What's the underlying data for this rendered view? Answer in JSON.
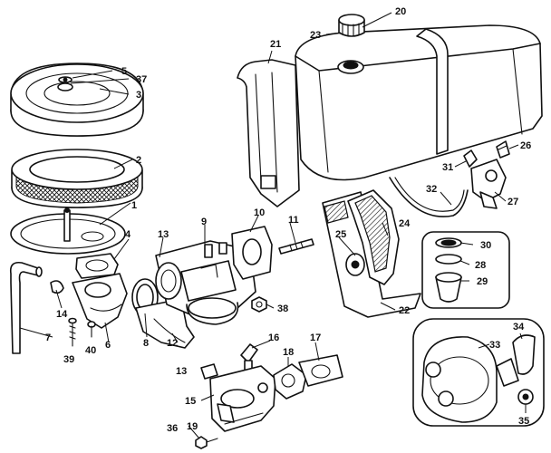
{
  "callouts": [
    {
      "id": "c1",
      "text": "1"
    },
    {
      "id": "c2",
      "text": "2"
    },
    {
      "id": "c3",
      "text": "3"
    },
    {
      "id": "c4",
      "text": "4"
    },
    {
      "id": "c5",
      "text": "5"
    },
    {
      "id": "c6",
      "text": "6"
    },
    {
      "id": "c7",
      "text": "7"
    },
    {
      "id": "c8",
      "text": "8"
    },
    {
      "id": "c9",
      "text": "9"
    },
    {
      "id": "c10",
      "text": "10"
    },
    {
      "id": "c11",
      "text": "11"
    },
    {
      "id": "c12",
      "text": "12"
    },
    {
      "id": "c13a",
      "text": "13"
    },
    {
      "id": "c13b",
      "text": "13"
    },
    {
      "id": "c14",
      "text": "14"
    },
    {
      "id": "c15",
      "text": "15"
    },
    {
      "id": "c16",
      "text": "16"
    },
    {
      "id": "c17",
      "text": "17"
    },
    {
      "id": "c18",
      "text": "18"
    },
    {
      "id": "c19",
      "text": "19"
    },
    {
      "id": "c20",
      "text": "20"
    },
    {
      "id": "c21",
      "text": "21"
    },
    {
      "id": "c22",
      "text": "22"
    },
    {
      "id": "c23",
      "text": "23"
    },
    {
      "id": "c24",
      "text": "24"
    },
    {
      "id": "c25",
      "text": "25"
    },
    {
      "id": "c26",
      "text": "26"
    },
    {
      "id": "c27",
      "text": "27"
    },
    {
      "id": "c28",
      "text": "28"
    },
    {
      "id": "c29",
      "text": "29"
    },
    {
      "id": "c30",
      "text": "30"
    },
    {
      "id": "c31",
      "text": "31"
    },
    {
      "id": "c32",
      "text": "32"
    },
    {
      "id": "c33",
      "text": "33"
    },
    {
      "id": "c34",
      "text": "34"
    },
    {
      "id": "c35",
      "text": "35"
    },
    {
      "id": "c36",
      "text": "36"
    },
    {
      "id": "c37",
      "text": "37"
    },
    {
      "id": "c38",
      "text": "38"
    },
    {
      "id": "c39",
      "text": "39"
    },
    {
      "id": "c40",
      "text": "40"
    }
  ]
}
